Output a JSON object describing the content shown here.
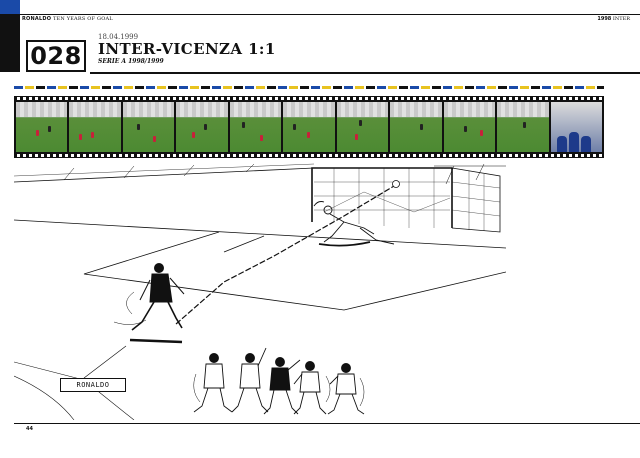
{
  "header": {
    "book_name": "RONALDO",
    "book_subtitle": "TEN YEARS OF GOAL",
    "season_year": "1998",
    "season_team": "INTER"
  },
  "entry": {
    "number": "028",
    "date": "18.04.1999",
    "title": "INTER-VICENZA 1:1",
    "competition": "SERIE A 1998/1999"
  },
  "illustration": {
    "player_label": "RONALDO"
  },
  "footer": {
    "page_number": "44"
  },
  "colors": {
    "accent_blue": "#1a4aa8",
    "accent_yellow": "#e8c320",
    "ink": "#111111"
  }
}
